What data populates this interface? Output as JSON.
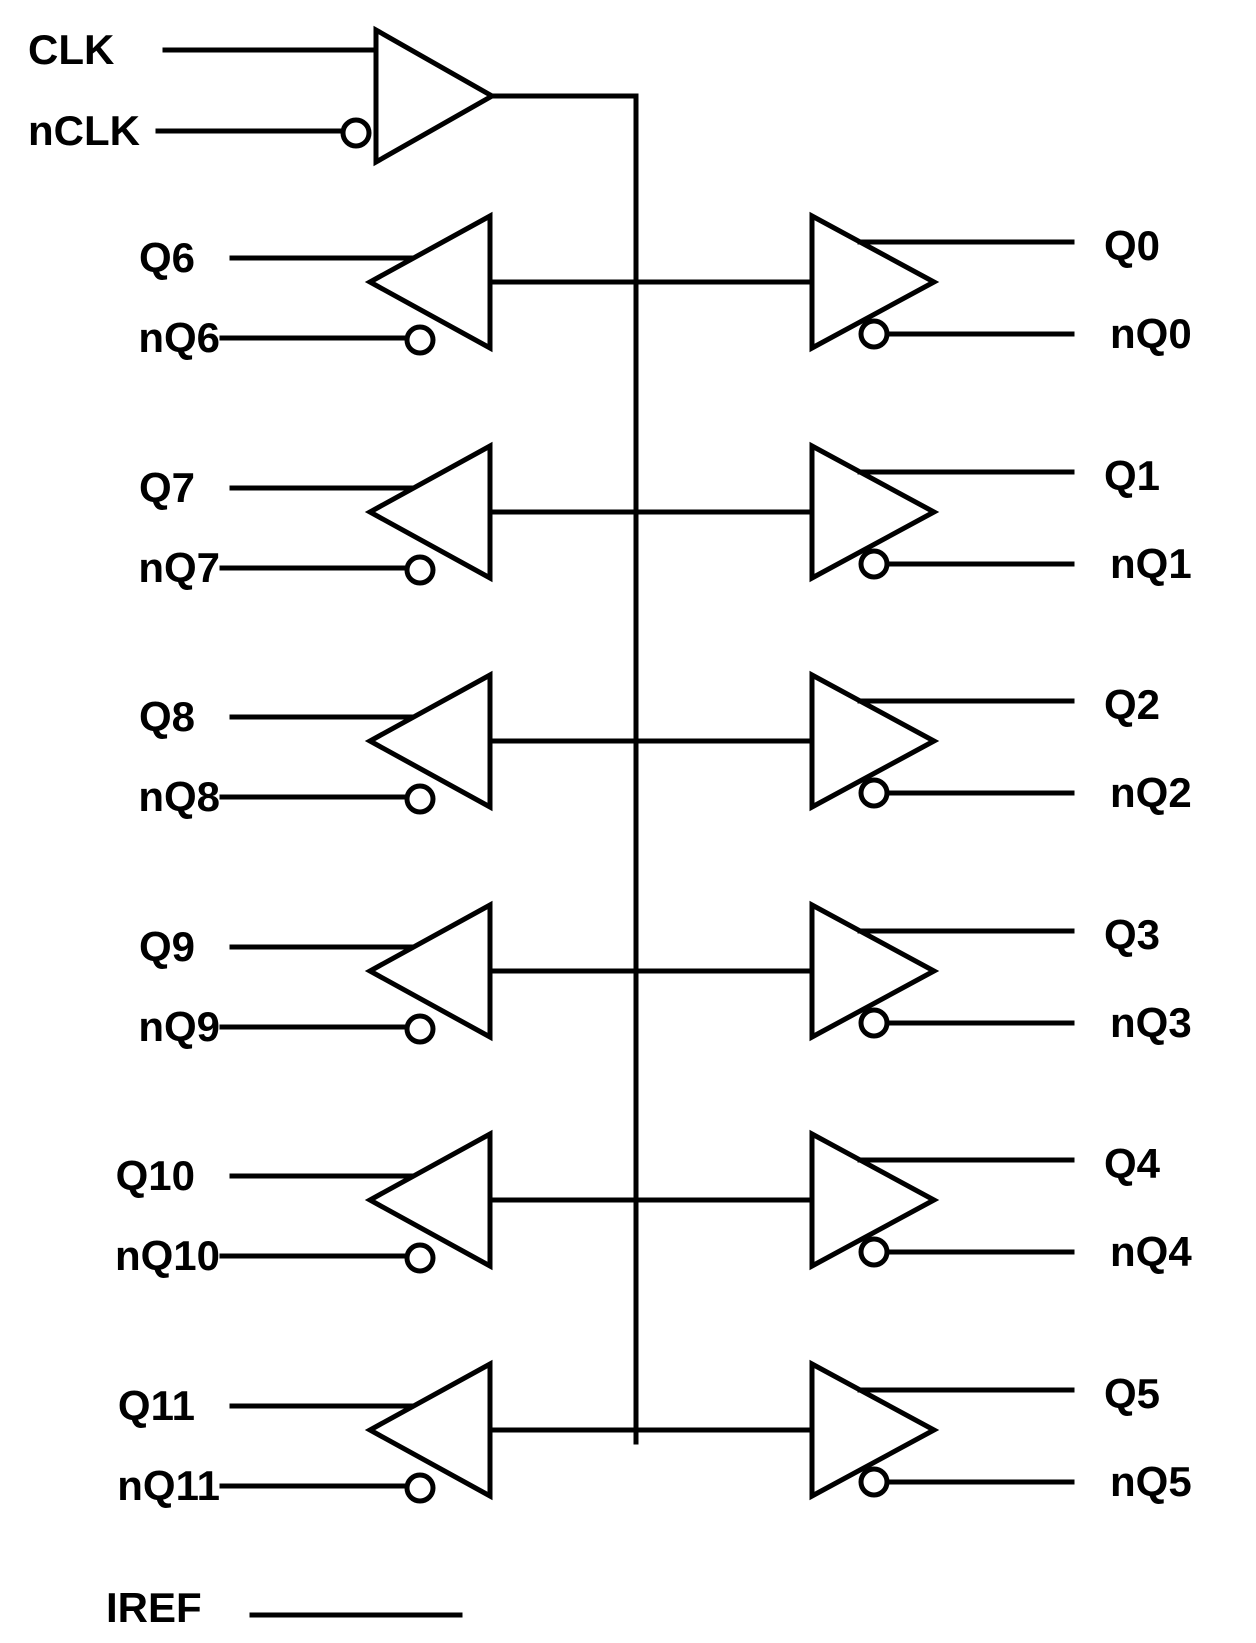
{
  "colors": {
    "line": "#000000",
    "background": "#ffffff"
  },
  "clock_inputs": {
    "clk": "CLK",
    "nclk": "nCLK"
  },
  "left_outputs": [
    {
      "q": "Q6",
      "nq": "nQ6"
    },
    {
      "q": "Q7",
      "nq": "nQ7"
    },
    {
      "q": "Q8",
      "nq": "nQ8"
    },
    {
      "q": "Q9",
      "nq": "nQ9"
    },
    {
      "q": "Q10",
      "nq": "nQ10"
    },
    {
      "q": "Q11",
      "nq": "nQ11"
    }
  ],
  "right_outputs": [
    {
      "q": "Q0",
      "nq": "nQ0"
    },
    {
      "q": "Q1",
      "nq": "nQ1"
    },
    {
      "q": "Q2",
      "nq": "nQ2"
    },
    {
      "q": "Q3",
      "nq": "nQ3"
    },
    {
      "q": "Q4",
      "nq": "nQ4"
    },
    {
      "q": "Q5",
      "nq": "nQ5"
    }
  ],
  "iref": "IREF"
}
